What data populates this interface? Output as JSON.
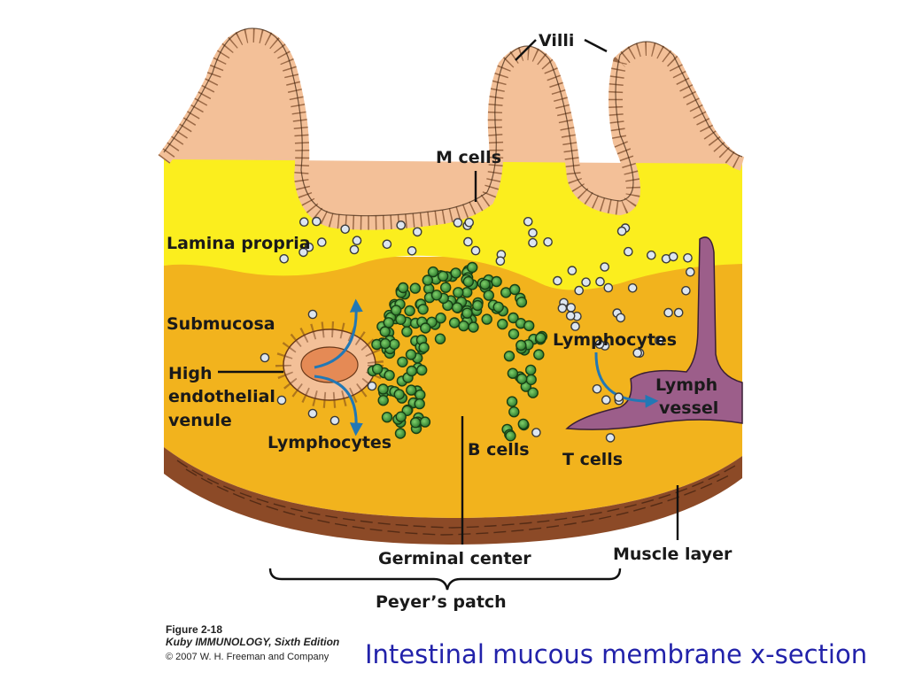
{
  "colors": {
    "lamina_propria": "#fbee1e",
    "submucosa": "#f2b31d",
    "muscle_layer": "#8c4a27",
    "epithelium": "#f3c098",
    "venule": "#e58a55",
    "lymph_vessel": "#9c5e8a",
    "b_cell": "#2f7d2e",
    "t_cell": "#dde6f0",
    "arrow": "#2278b5",
    "caption": "#2222aa"
  },
  "labels": {
    "villi": "Villi",
    "m_cells": "M cells",
    "lamina_propria": "Lamina propria",
    "submucosa": "Submucosa",
    "high_endothelial_venule": [
      "High",
      "endothelial",
      "venule"
    ],
    "lymphocytes_left": "Lymphocytes",
    "lymphocytes_right": "Lymphocytes",
    "lymph_vessel": [
      "Lymph",
      "vessel"
    ],
    "b_cells": "B cells",
    "t_cells": "T cells",
    "germinal_center": "Germinal center",
    "muscle_layer": "Muscle layer",
    "peyers_patch": "Peyer’s patch"
  },
  "figure": {
    "number": "Figure 2-18",
    "book": "Kuby IMMUNOLOGY, Sixth Edition",
    "copyright": "© 2007 W. H. Freeman and Company"
  },
  "caption": "Intestinal mucous membrane x-section",
  "icons": {
    "b_cell": "green-dotted-circle",
    "t_cell": "blue-white-circle",
    "arrow": "blue-curved-arrow"
  }
}
